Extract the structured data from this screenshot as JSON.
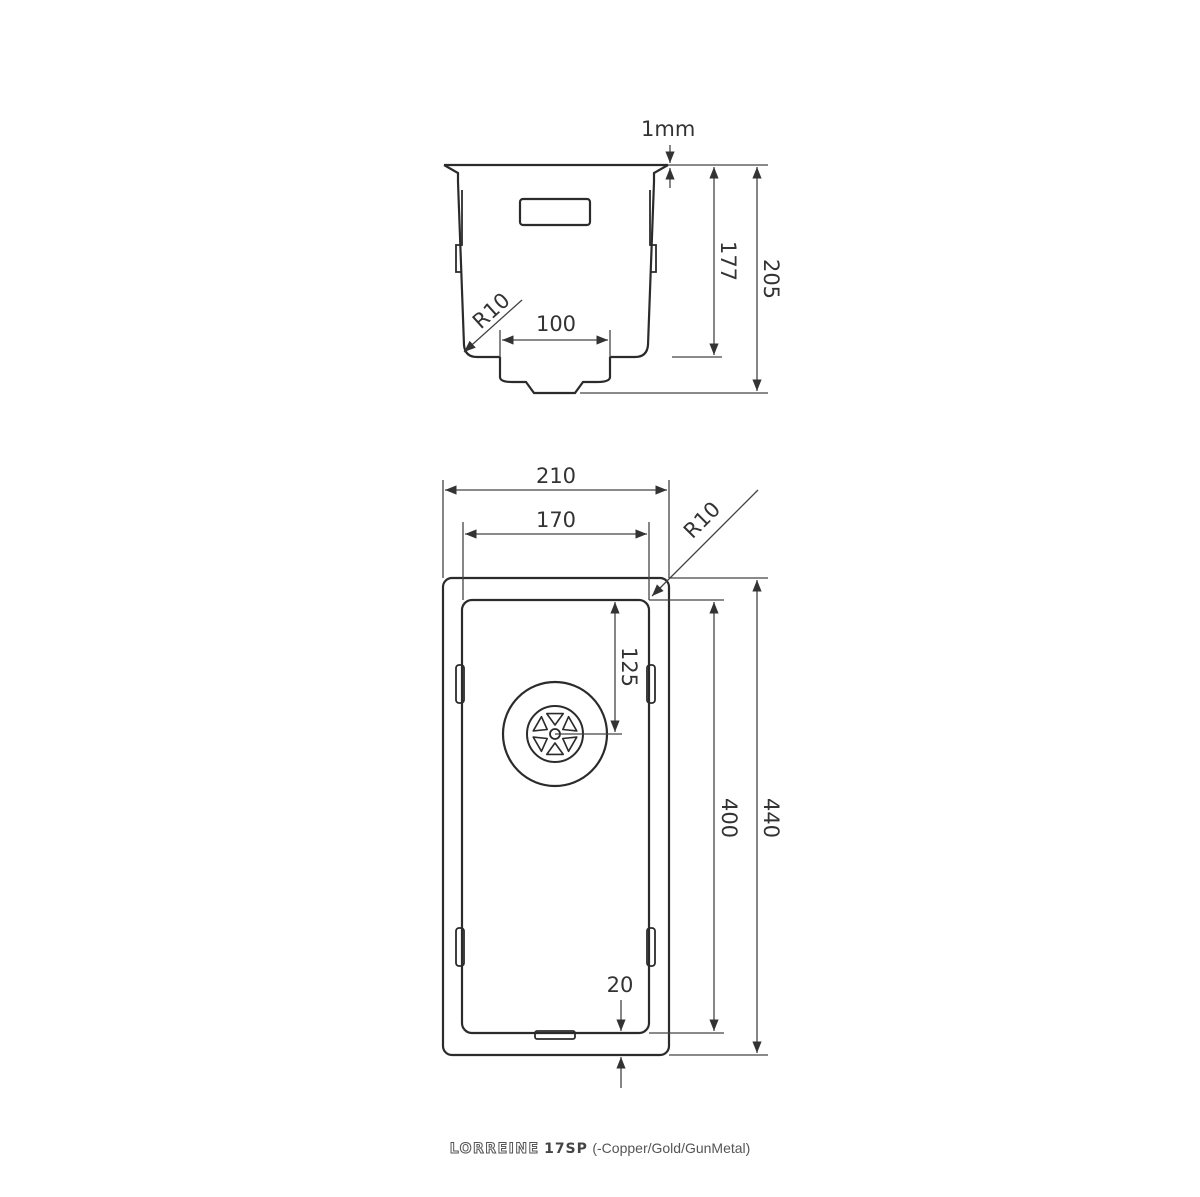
{
  "side_view": {
    "thickness_label": "1mm",
    "depth_label": "177",
    "total_height_label": "205",
    "radius_label": "R10",
    "drain_width_label": "100"
  },
  "top_view": {
    "outer_width_label": "210",
    "inner_width_label": "170",
    "radius_label": "R10",
    "drain_offset_label": "125",
    "inner_length_label": "400",
    "outer_length_label": "440",
    "rim_label": "20"
  },
  "caption": {
    "brand": "LORREINE",
    "model": "17SP",
    "variants": "(-Copper/Gold/GunMetal)"
  },
  "colors": {
    "line": "#2b2b2b",
    "dim_line": "#444444",
    "text": "#333333"
  }
}
